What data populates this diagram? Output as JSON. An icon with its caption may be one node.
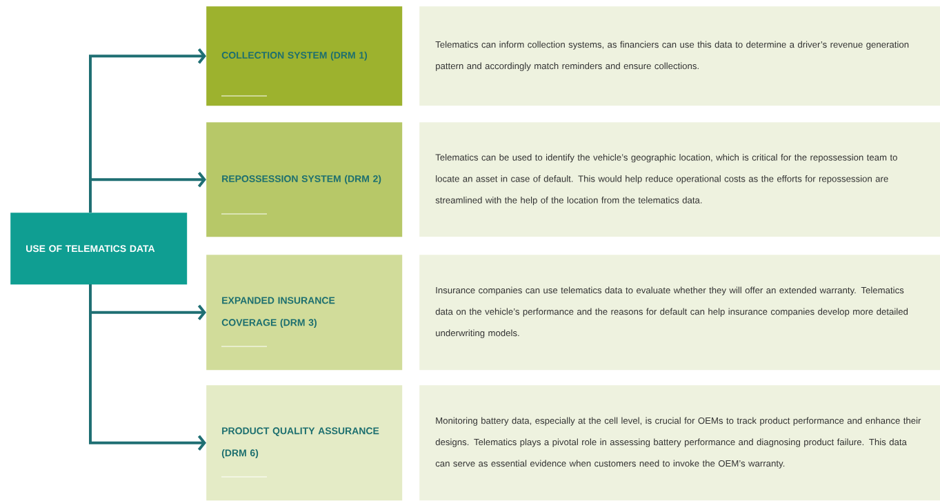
{
  "diagram": {
    "nodes": [
      {
        "text": [
          "USE OF TELEMATICS DATA"
        ]
      },
      {
        "text": [
          "COLLECTION SYSTEM (DRM 1)"
        ]
      },
      {
        "text": [
          "REPOSSESSION SYSTEM (DRM 2)"
        ]
      },
      {
        "text": [
          "EXPANDED INSURANCE COVERAGE (DRM 3)"
        ]
      },
      {
        "text": [
          "PRODUCT QUALITY ASSURANCE (DRM 6)"
        ]
      },
      {
        "text": [
          "Telematics can inform collection systems, as financiers can use this data to determine a driver’s revenue generation pattern and accordingly match reminders and ensure collections."
        ]
      },
      {
        "text": [
          "Telematics can be used to identify the vehicle’s geographic location, which is critical for the repossession team to locate an asset in case of default. This would help reduce operational costs as the efforts for repossession are streamlined with the help of the location from the telematics data."
        ]
      },
      {
        "text": [
          "Insurance companies can use telematics data to evaluate whether they will offer an extended warranty. Telematics data on the vehicle’s performance and the reasons for default can help insurance companies develop more detailed underwriting models."
        ]
      },
      {
        "text": [
          "Monitoring battery data, especially at the cell level, is crucial for OEMs to track product performance and enhance their designs. Telematics plays a pivotal role in assessing battery performance and diagnosing product failure. This data can serve as essential evidence when customers need to invoke the OEM’s warranty."
        ]
      }
    ],
    "edges": [
      {
        "from": 0,
        "to": 1,
        "arrow": "to"
      },
      {
        "from": 0,
        "to": 2,
        "arrow": "to"
      },
      {
        "from": 0,
        "to": 3,
        "arrow": "to"
      },
      {
        "from": 0,
        "to": 4,
        "arrow": "to"
      }
    ]
  }
}
